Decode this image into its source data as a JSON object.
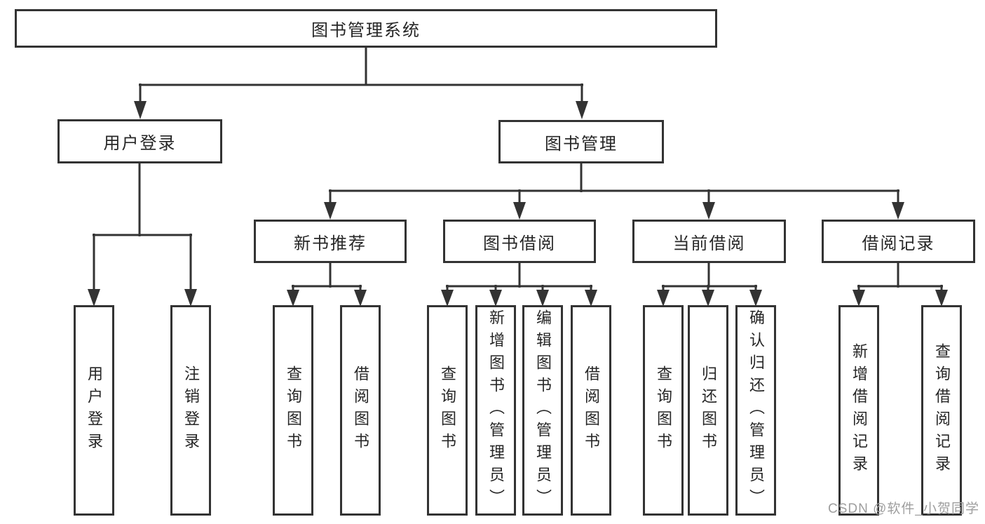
{
  "diagram": {
    "root": {
      "label": "图书管理系统"
    },
    "user_login": {
      "label": "用户登录",
      "children": [
        {
          "label": "用户登录"
        },
        {
          "label": "注销登录"
        }
      ]
    },
    "book_management": {
      "label": "图书管理",
      "groups": [
        {
          "label": "新书推荐",
          "children": [
            {
              "label": "查询图书"
            },
            {
              "label": "借阅图书"
            }
          ]
        },
        {
          "label": "图书借阅",
          "children": [
            {
              "label": "查询图书"
            },
            {
              "label": "新增图书（管理员）"
            },
            {
              "label": "编辑图书（管理员）"
            },
            {
              "label": "借阅图书"
            }
          ]
        },
        {
          "label": "当前借阅",
          "children": [
            {
              "label": "查询图书"
            },
            {
              "label": "归还图书"
            },
            {
              "label": "确认归还（管理员）"
            }
          ]
        },
        {
          "label": "借阅记录",
          "children": [
            {
              "label": "新增借阅记录"
            },
            {
              "label": "查询借阅记录"
            }
          ]
        }
      ]
    }
  },
  "watermark": {
    "text": "CSDN @软件_小贺同学"
  },
  "colors": {
    "line": "#333333",
    "text": "#262626",
    "watermark": "#9e9e9e",
    "background": "#ffffff"
  }
}
